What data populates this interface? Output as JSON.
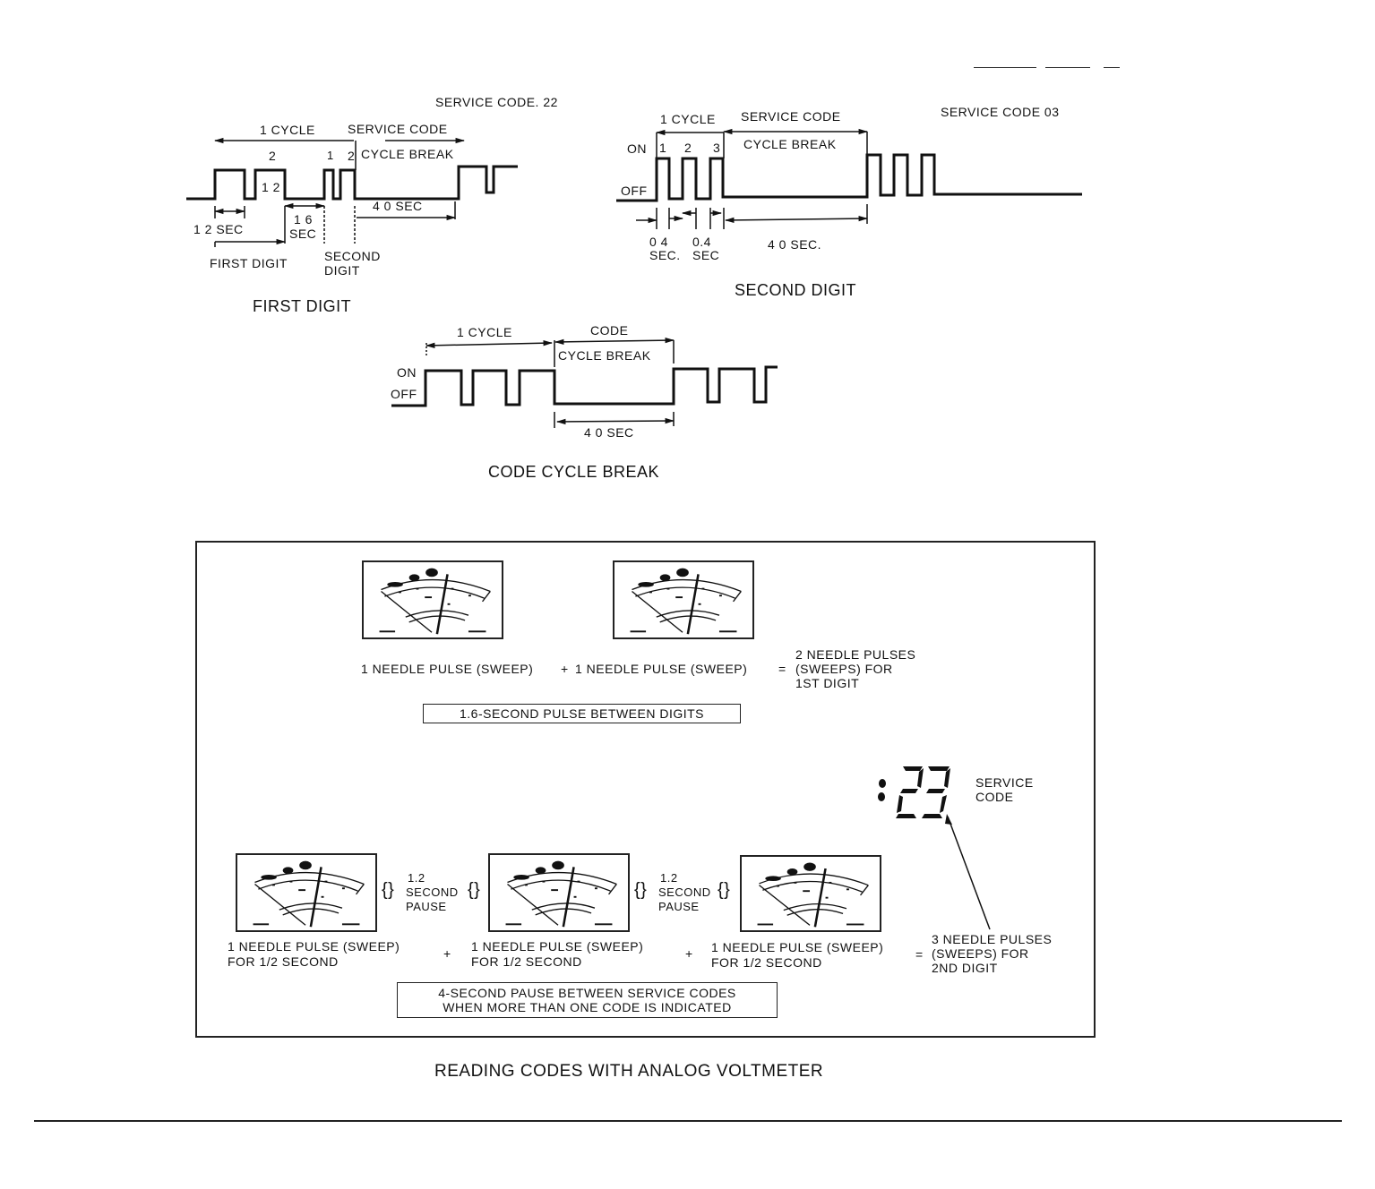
{
  "header_marks": "— — —",
  "first_digit_diagram": {
    "service_code_label": "SERVICE CODE. 22",
    "cycle_label": "1 CYCLE",
    "service_code_top": "SERVICE CODE",
    "cycle_break": "CYCLE BREAK",
    "pulse_num_2a": "2",
    "pulse_num_1": "1",
    "pulse_num_2b": "2",
    "mid_label": "1 2",
    "sec_12": "1 2 SEC",
    "sec_16_a": "1 6",
    "sec_16_b": "SEC",
    "sec_40": "4 0 SEC",
    "first_digit_label": "FIRST DIGIT",
    "second_digit_a": "SECOND",
    "second_digit_b": "DIGIT",
    "caption": "FIRST DIGIT"
  },
  "second_digit_diagram": {
    "service_code_label": "SERVICE CODE 03",
    "cycle_label": "1 CYCLE",
    "service_code_top": "SERVICE CODE",
    "cycle_break": "CYCLE BREAK",
    "on": "ON",
    "off": "OFF",
    "p1": "1",
    "p2": "2",
    "p3": "3",
    "sec04a_1": "0 4",
    "sec04a_2": "SEC.",
    "sec04b_1": "0.4",
    "sec04b_2": "SEC",
    "sec_40": "4 0 SEC.",
    "caption": "SECOND DIGIT"
  },
  "code_cycle_break_diagram": {
    "cycle_label": "1 CYCLE",
    "code": "CODE",
    "cycle_break": "CYCLE BREAK",
    "on": "ON",
    "off": "OFF",
    "sec_40": "4 0 SEC",
    "caption": "CODE CYCLE BREAK"
  },
  "voltmeter_panel": {
    "first_digit_equation": {
      "term1": "1 NEEDLE PULSE (SWEEP)",
      "plus": "+",
      "term2": "1 NEEDLE PULSE (SWEEP)",
      "equals": "=",
      "result_1": "2 NEEDLE PULSES",
      "result_2": "(SWEEPS) FOR",
      "result_3": "1ST DIGIT"
    },
    "between_digits_note": "1.6-SECOND PULSE BETWEEN DIGITS",
    "lcd_display": {
      "value": "23",
      "label_1": "SERVICE",
      "label_2": "CODE"
    },
    "second_digit_equation": {
      "pulses": [
        {
          "line1": "1 NEEDLE PULSE (SWEEP)",
          "line2": "FOR 1/2 SECOND"
        },
        {
          "line1": "1 NEEDLE PULSE (SWEEP)",
          "line2": "FOR 1/2 SECOND"
        },
        {
          "line1": "1 NEEDLE PULSE (SWEEP)",
          "line2": "FOR 1/2 SECOND"
        }
      ],
      "pause": {
        "line1": "1.2",
        "line2": "SECOND",
        "line3": "PAUSE"
      },
      "plus": "+",
      "equals": "=",
      "result_1": "3 NEEDLE PULSES",
      "result_2": "(SWEEPS) FOR",
      "result_3": "2ND DIGIT"
    },
    "between_codes_note_1": "4-SECOND PAUSE BETWEEN SERVICE CODES",
    "between_codes_note_2": "WHEN MORE THAN ONE CODE IS INDICATED"
  },
  "figure_caption": "READING CODES WITH ANALOG VOLTMETER"
}
